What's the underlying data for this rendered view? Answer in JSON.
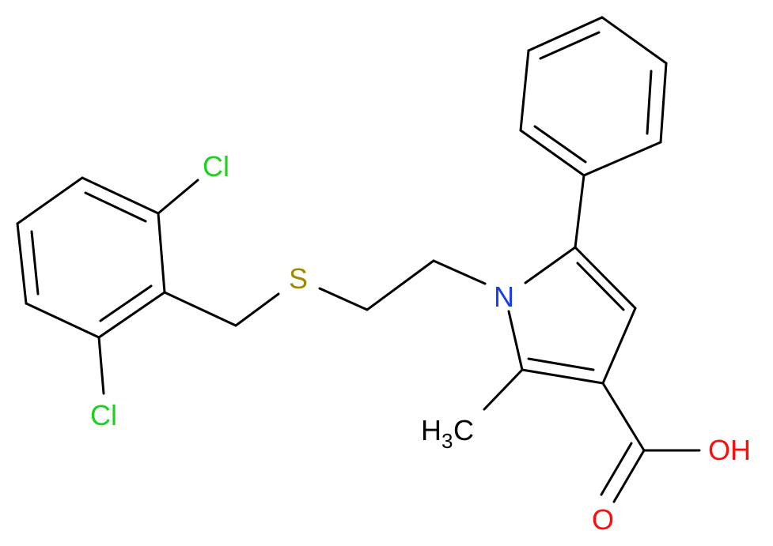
{
  "molecule": {
    "atoms": {
      "cl_top": {
        "text": "Cl",
        "color": "#1fd01f"
      },
      "cl_bottom": {
        "text": "Cl",
        "color": "#1fd01f"
      },
      "sulfur": {
        "text": "S",
        "color": "#a08a00"
      },
      "nitrogen": {
        "text": "N",
        "color": "#1b3bf0"
      },
      "hydroxyl": {
        "text": "OH",
        "color": "#ff0d0d"
      },
      "carbonyl_o": {
        "text": "O",
        "color": "#ff0d0d"
      },
      "methyl": {
        "h": "H",
        "sub": "3",
        "c": "C",
        "color": "#000000"
      }
    },
    "bond_color": "#000000"
  }
}
